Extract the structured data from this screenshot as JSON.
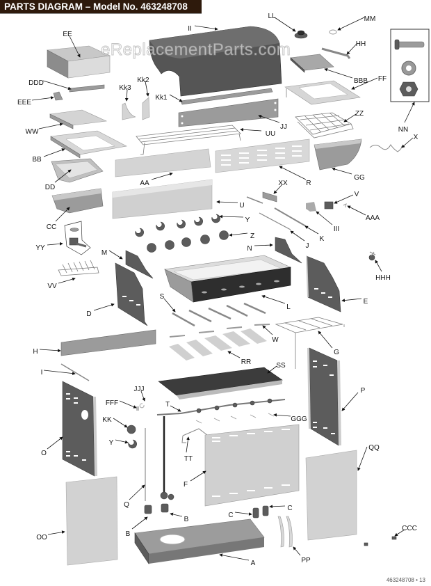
{
  "header": {
    "title": "PARTS DIAGRAM – Model No. 463248708"
  },
  "watermark": "eReplacementParts.com",
  "footer": "463248708 • 13",
  "parts": [
    {
      "id": "EE",
      "name": "side-shelf-lid"
    },
    {
      "id": "DDD",
      "name": "side-burner-lid-handle"
    },
    {
      "id": "EEE",
      "name": "handle-bracket"
    },
    {
      "id": "WW",
      "name": "side-shelf-tray"
    },
    {
      "id": "BB",
      "name": "side-shelf-frame"
    },
    {
      "id": "DD",
      "name": "side-burner-basket"
    },
    {
      "id": "CC",
      "name": "side-shelf-front-panel"
    },
    {
      "id": "YY",
      "name": "side-burner-valve-kit"
    },
    {
      "id": "VV",
      "name": "side-burner-grate"
    },
    {
      "id": "II",
      "name": "lid"
    },
    {
      "id": "LL",
      "name": "temperature-gauge"
    },
    {
      "id": "MM",
      "name": "gauge-bezel"
    },
    {
      "id": "HH",
      "name": "handle"
    },
    {
      "id": "BBB",
      "name": "right-shelf-top"
    },
    {
      "id": "FF",
      "name": "right-shelf-frame"
    },
    {
      "id": "ZZ",
      "name": "wire-basket"
    },
    {
      "id": "NN",
      "name": "hardware-kit"
    },
    {
      "id": "X",
      "name": "ignitor-wire"
    },
    {
      "id": "GG",
      "name": "right-shelf-front-panel"
    },
    {
      "id": "Kk1",
      "name": "lid-handle"
    },
    {
      "id": "Kk2",
      "name": "handle-bracket-right"
    },
    {
      "id": "Kk3",
      "name": "handle-bracket-left"
    },
    {
      "id": "JJ",
      "name": "heat-shield"
    },
    {
      "id": "UU",
      "name": "warming-rack"
    },
    {
      "id": "AA",
      "name": "rear-panel"
    },
    {
      "id": "R",
      "name": "rear-vent-panel"
    },
    {
      "id": "U",
      "name": "control-panel"
    },
    {
      "id": "XX",
      "name": "lid-stop"
    },
    {
      "id": "V",
      "name": "ignitor-module"
    },
    {
      "id": "AAA",
      "name": "ignitor-button"
    },
    {
      "id": "III",
      "name": "ignitor-bracket"
    },
    {
      "id": "K",
      "name": "rail-right"
    },
    {
      "id": "J",
      "name": "rail-left"
    },
    {
      "id": "Y",
      "name": "control-knob-bezel"
    },
    {
      "id": "Z",
      "name": "control-knob"
    },
    {
      "id": "M",
      "name": "firebox-side-left"
    },
    {
      "id": "N",
      "name": "firebox-side-right"
    },
    {
      "id": "HHH",
      "name": "side-burner-ignitor"
    },
    {
      "id": "D",
      "name": "cart-side-left-upper"
    },
    {
      "id": "E",
      "name": "cart-side-right-upper"
    },
    {
      "id": "L",
      "name": "firebox"
    },
    {
      "id": "S",
      "name": "heat-tent"
    },
    {
      "id": "W",
      "name": "carryover-tube"
    },
    {
      "id": "G",
      "name": "grease-tray-rack"
    },
    {
      "id": "H",
      "name": "front-panel-bar"
    },
    {
      "id": "RR",
      "name": "cooking-grate"
    },
    {
      "id": "SS",
      "name": "griddle"
    },
    {
      "id": "I",
      "name": "cross-brace"
    },
    {
      "id": "JJJ",
      "name": "spring-clip"
    },
    {
      "id": "FFF",
      "name": "collector-box"
    },
    {
      "id": "T",
      "name": "manifold"
    },
    {
      "id": "GGG",
      "name": "electrode"
    },
    {
      "id": "KK",
      "name": "side-burner-knob"
    },
    {
      "id": "Y",
      "name": "side-burner-knob-bezel"
    },
    {
      "id": "P",
      "name": "cart-side-right"
    },
    {
      "id": "O",
      "name": "cart-side-left"
    },
    {
      "id": "TT",
      "name": "tank-holder"
    },
    {
      "id": "QQ",
      "name": "door-right"
    },
    {
      "id": "F",
      "name": "cart-back-panel"
    },
    {
      "id": "Q",
      "name": "side-burner-hose"
    },
    {
      "id": "OO",
      "name": "door-left"
    },
    {
      "id": "B",
      "name": "caster"
    },
    {
      "id": "C",
      "name": "caster-locking"
    },
    {
      "id": "A",
      "name": "bottom-shelf"
    },
    {
      "id": "PP",
      "name": "door-handle"
    },
    {
      "id": "CCC",
      "name": "door-magnet"
    }
  ],
  "labels": {
    "EE": "EE",
    "DDD": "DDD",
    "EEE": "EEE",
    "WW": "WW",
    "BB": "BB",
    "DD": "DD",
    "CC": "CC",
    "YY": "YY",
    "VV": "VV",
    "II": "II",
    "LL": "LL",
    "MM": "MM",
    "HH": "HH",
    "BBB": "BBB",
    "FF": "FF",
    "ZZ": "ZZ",
    "NN": "NN",
    "X": "X",
    "GG": "GG",
    "Kk1": "Kk1",
    "Kk2": "Kk2",
    "Kk3": "Kk3",
    "JJ": "JJ",
    "UU": "UU",
    "AA": "AA",
    "R": "R",
    "U": "U",
    "XX": "XX",
    "V": "V",
    "AAA": "AAA",
    "III": "III",
    "K": "K",
    "J": "J",
    "Y1": "Y",
    "Z": "Z",
    "M": "M",
    "N": "N",
    "HHH": "HHH",
    "D": "D",
    "E": "E",
    "L": "L",
    "S": "S",
    "W": "W",
    "G": "G",
    "H": "H",
    "RR": "RR",
    "SS": "SS",
    "I": "I",
    "JJJ": "JJJ",
    "FFF": "FFF",
    "T": "T",
    "GGG": "GGG",
    "KK": "KK",
    "Y2": "Y",
    "P": "P",
    "O": "O",
    "TT": "TT",
    "QQ": "QQ",
    "F": "F",
    "Q": "Q",
    "OO": "OO",
    "B1": "B",
    "B2": "B",
    "C1": "C",
    "C2": "C",
    "A": "A",
    "PP": "PP",
    "CCC": "CCC"
  }
}
